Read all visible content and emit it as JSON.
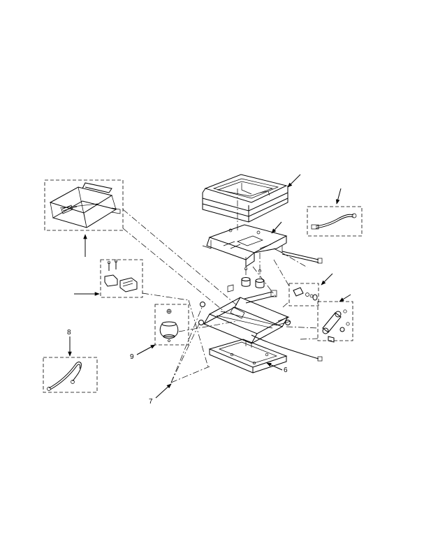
{
  "callouts": {
    "c6": "6",
    "c7": "7",
    "c8": "8",
    "c9": "9"
  },
  "colors": {
    "ink": "#000000",
    "background": "#ffffff"
  }
}
